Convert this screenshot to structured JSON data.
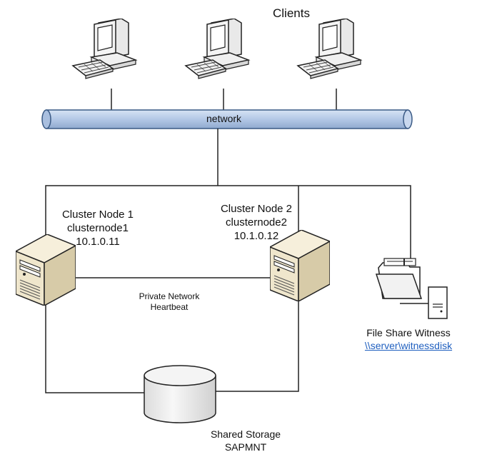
{
  "clients": {
    "title": "Clients"
  },
  "network": {
    "label": "network"
  },
  "node1": {
    "title": "Cluster Node 1",
    "hostname": "clusternode1",
    "ip": "10.1.0.11"
  },
  "node2": {
    "title": "Cluster Node 2",
    "hostname": "clusternode2",
    "ip": "10.1.0.12"
  },
  "heartbeat": {
    "line1": "Private Network",
    "line2": "Heartbeat"
  },
  "witness": {
    "title": "File Share Witness",
    "path": "\\\\server\\witnessdisk"
  },
  "storage": {
    "line1": "Shared Storage",
    "line2": "SAPMNT"
  },
  "colors": {
    "network_pipe": "#bcd0ea",
    "network_pipe_stroke": "#3a5a85",
    "server_body": "#efe6cc",
    "server_side": "#d7cba8",
    "link": "#1f5fbf"
  }
}
